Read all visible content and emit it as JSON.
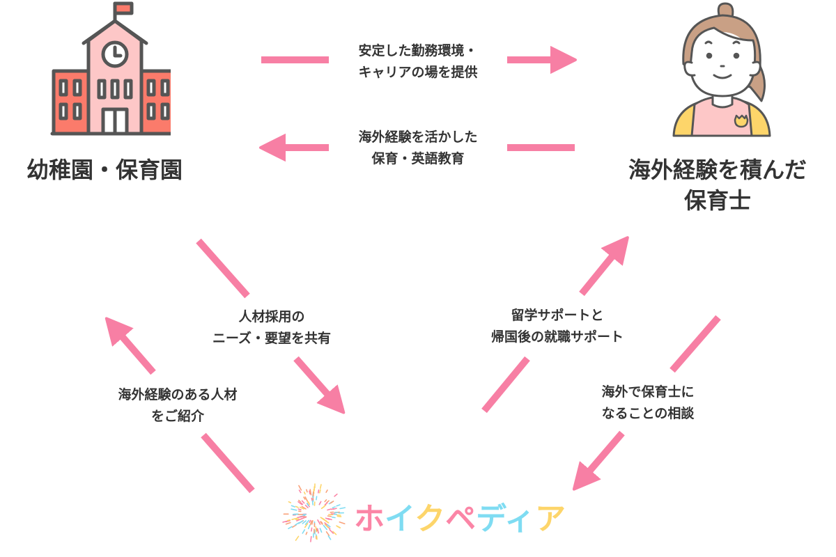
{
  "nodes": {
    "school": {
      "title": "幼稚園・保育園",
      "icon": "school-building-icon"
    },
    "teacher": {
      "title_line1": "海外経験を積んだ",
      "title_line2": "保育士",
      "icon": "nursery-teacher-avatar-icon"
    },
    "brand": {
      "name_chars": [
        "ホ",
        "イ",
        "ク",
        "ペ",
        "デ",
        "ィ",
        "ア"
      ],
      "icon": "firework-logo-icon"
    }
  },
  "edges": [
    {
      "id": "school-to-teacher",
      "from": "幼稚園・保育園",
      "to": "海外経験を積んだ保育士",
      "label_line1": "安定した勤務環境・",
      "label_line2": "キャリアの場を提供"
    },
    {
      "id": "teacher-to-school",
      "from": "海外経験を積んだ保育士",
      "to": "幼稚園・保育園",
      "label_line1": "海外経験を活かした",
      "label_line2": "保育・英語教育"
    },
    {
      "id": "school-to-brand",
      "from": "幼稚園・保育園",
      "to": "ホイクペディア",
      "label_line1": "人材採用の",
      "label_line2": "ニーズ・要望を共有"
    },
    {
      "id": "brand-to-school",
      "from": "ホイクペディア",
      "to": "幼稚園・保育園",
      "label_line1": "海外経験のある人材",
      "label_line2": "をご紹介"
    },
    {
      "id": "brand-to-teacher",
      "from": "ホイクペディア",
      "to": "海外経験を積んだ保育士",
      "label_line1": "留学サポートと",
      "label_line2": "帰国後の就職サポート"
    },
    {
      "id": "teacher-to-brand",
      "from": "海外経験を積んだ保育士",
      "to": "ホイクペディア",
      "label_line1": "海外で保育士に",
      "label_line2": "なることの相談"
    }
  ],
  "colors": {
    "arrow": "#f77fa4",
    "text": "#333333",
    "brand_pink": "#fb85a6",
    "brand_cyan": "#7fdcf2",
    "brand_yellow": "#fdd56a"
  }
}
